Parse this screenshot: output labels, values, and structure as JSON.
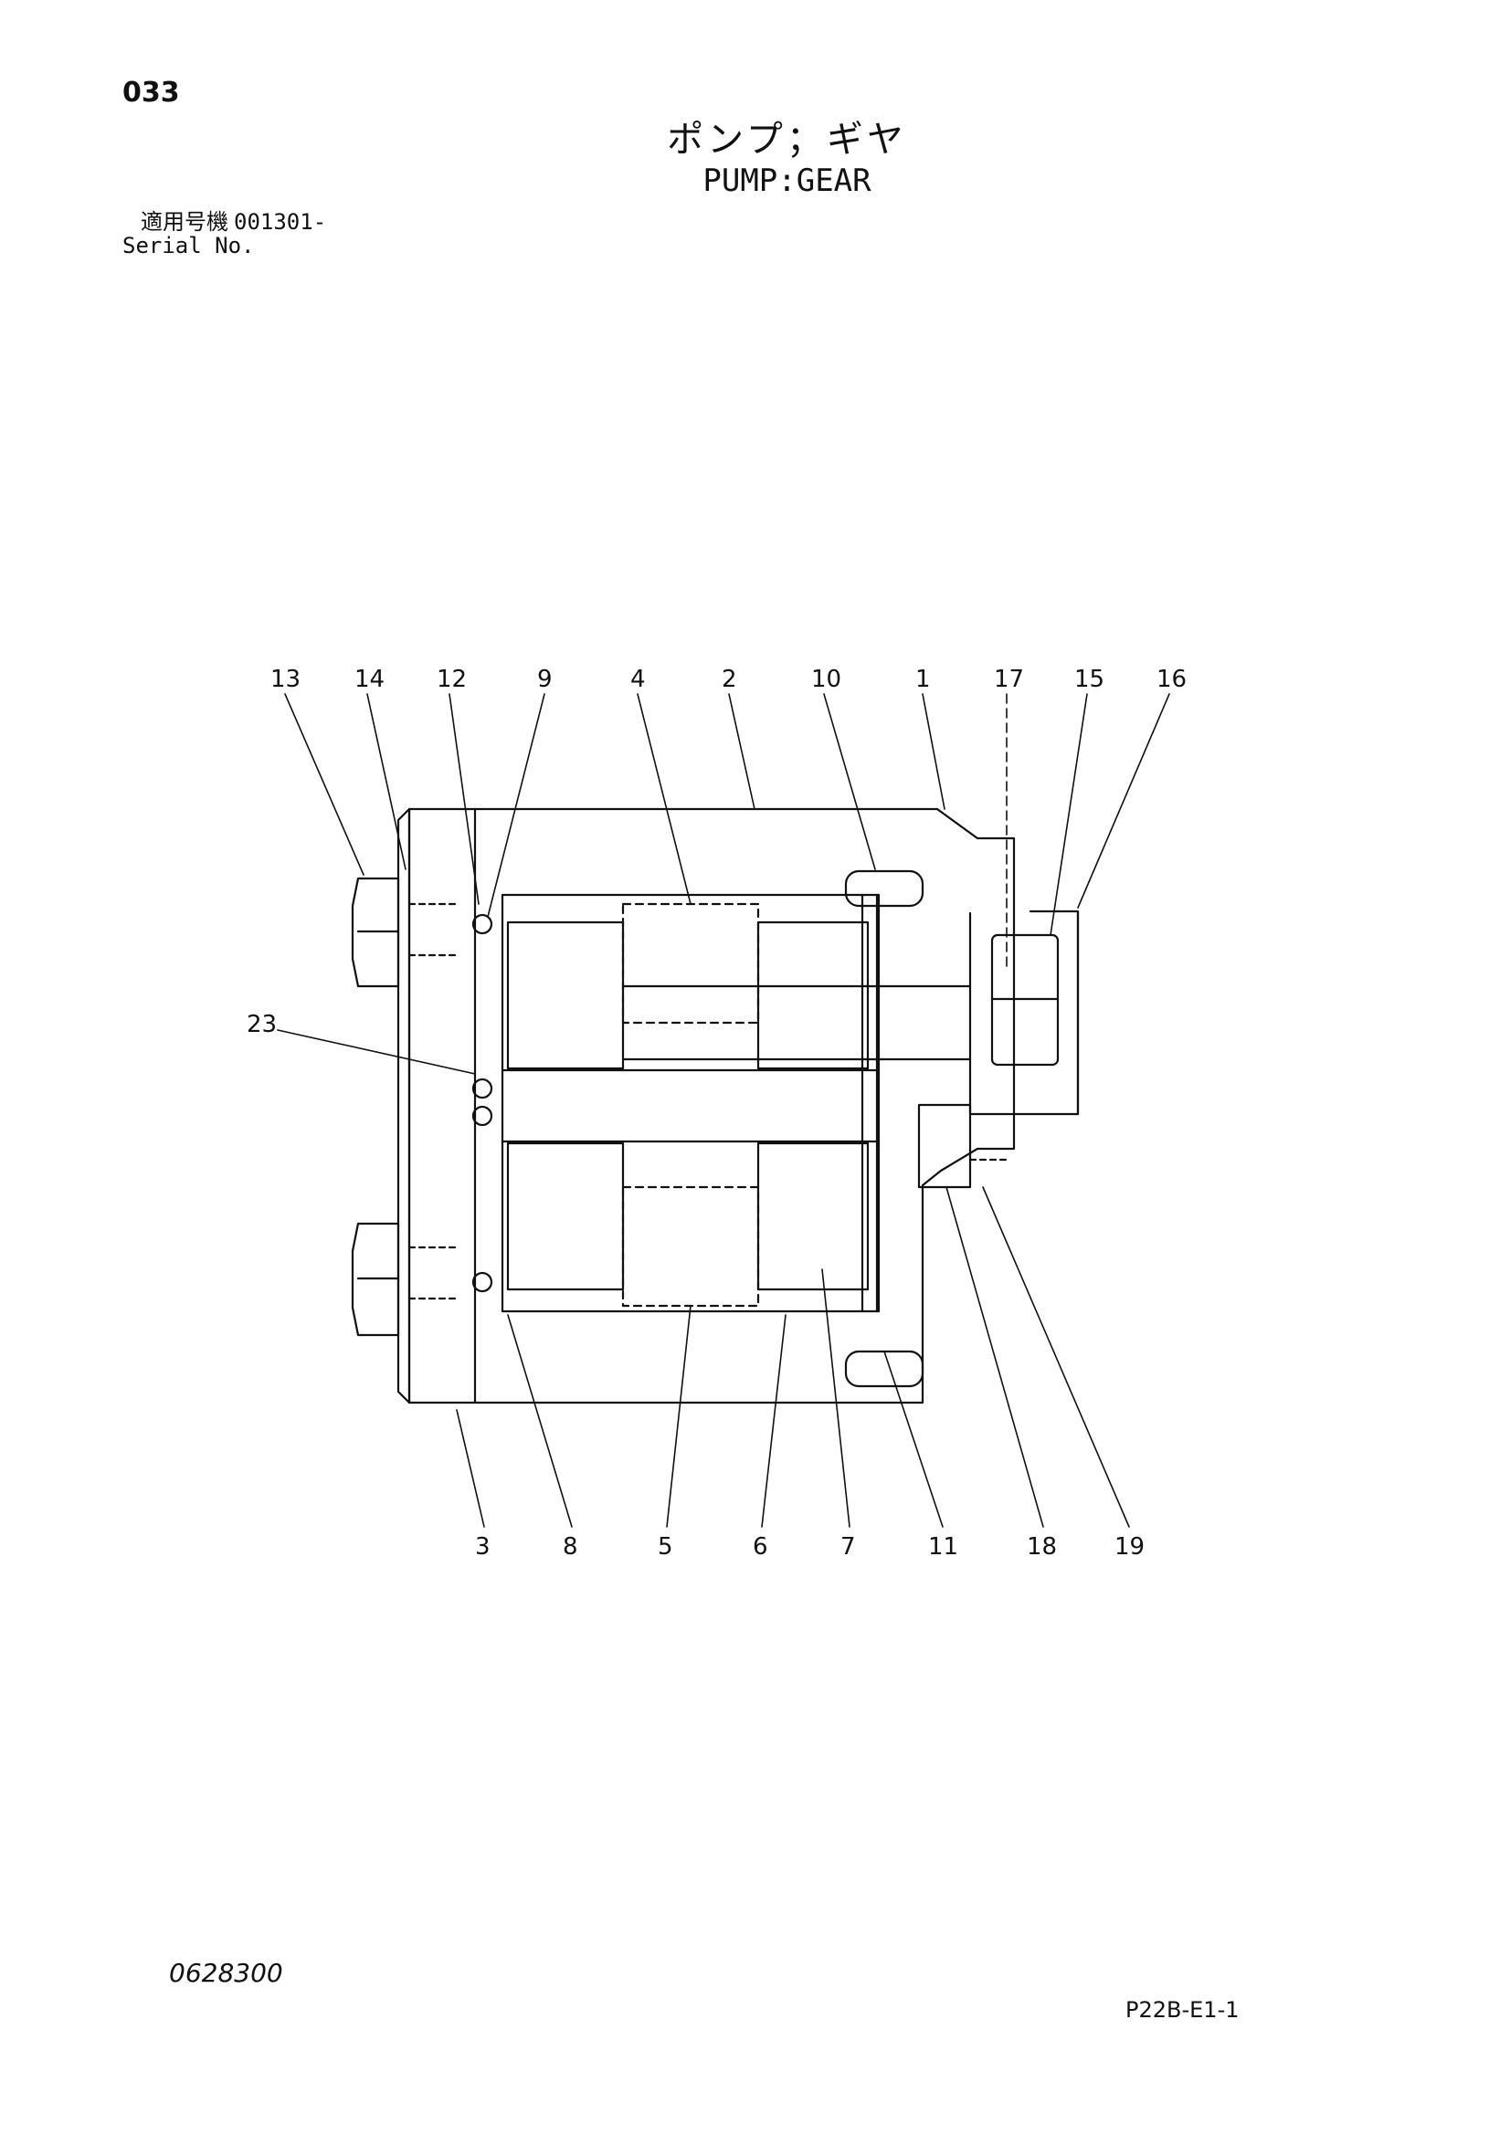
{
  "page_number": "033",
  "title_jp": "ポンプ；ギヤ",
  "title_en": "PUMP:GEAR",
  "serial": {
    "label_jp": "適用号機",
    "value": "001301-",
    "label_en": "Serial No."
  },
  "callouts_top": [
    "13",
    "14",
    "12",
    "9",
    "4",
    "2",
    "10",
    "1",
    "17",
    "15",
    "16"
  ],
  "callouts_bottom": [
    "3",
    "8",
    "5",
    "6",
    "7",
    "11",
    "18",
    "19"
  ],
  "callout_left": "23",
  "doc_code": "0628300",
  "sheet_code": "P22B-E1-1"
}
